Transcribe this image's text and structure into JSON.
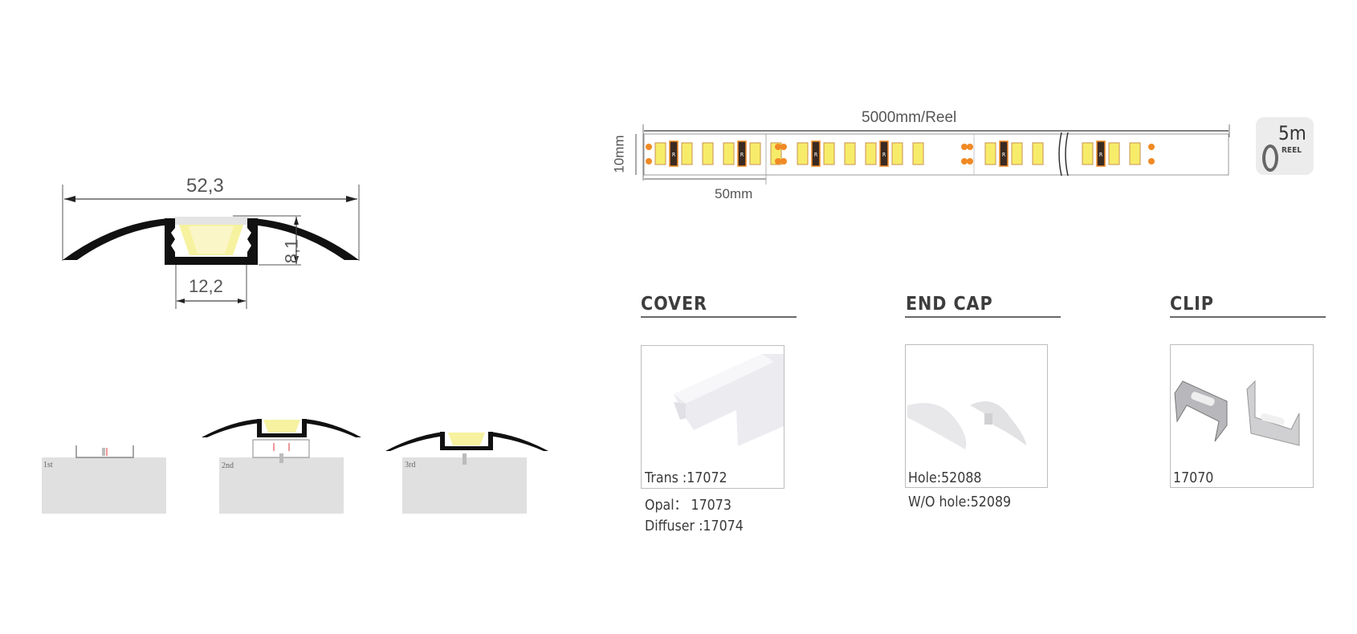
{
  "profile": {
    "width_label": "52,3",
    "height_label": "8,1",
    "channel_label": "12,2"
  },
  "installation_steps": [
    {
      "label": "1st"
    },
    {
      "label": "2nd"
    },
    {
      "label": "3rd"
    }
  ],
  "strip": {
    "length_label": "5000mm/Reel",
    "width_label": "10mm",
    "cut_label": "50mm",
    "resistor_mark": "R",
    "reel": {
      "size": "5m",
      "label": "REEL"
    },
    "colors": {
      "led": "#f7ec6a",
      "pad": "#f08a24",
      "resistor": "#3a2a22"
    }
  },
  "accessories": [
    {
      "title": "COVER",
      "codes": [
        "Trans :17072",
        "Opal： 17073",
        "Diffuser :17074"
      ]
    },
    {
      "title": "END CAP",
      "codes": [
        "Hole:52088",
        "W/O hole:52089"
      ]
    },
    {
      "title": "CLIP",
      "codes": [
        "17070"
      ]
    }
  ]
}
